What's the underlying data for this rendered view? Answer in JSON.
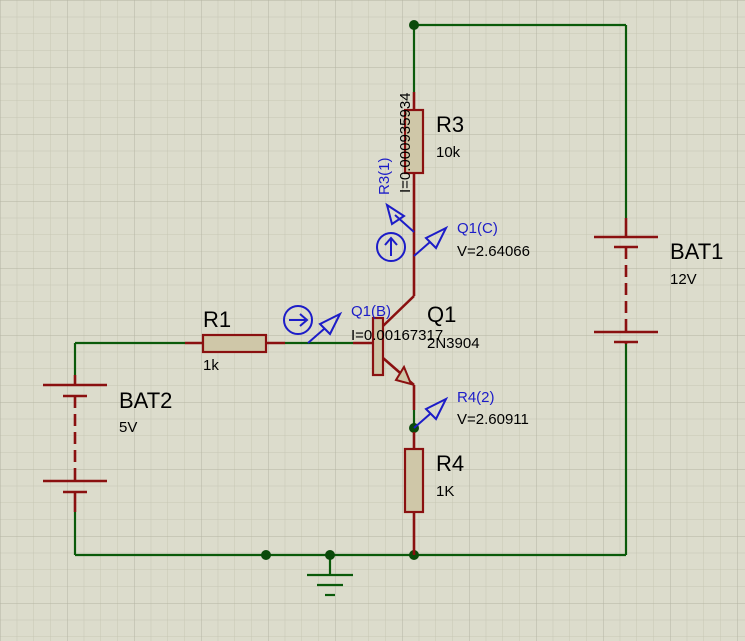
{
  "colors": {
    "background": "#dcdccc",
    "grid_minor": "#c6c6b4",
    "grid_major": "#b4b4a2",
    "wire": "#0a5a0a",
    "component": "#8a1010",
    "resistor_fill": "#cfc7a8",
    "probe": "#1c1cc8",
    "text": "#000000"
  },
  "components": {
    "r1": {
      "name": "R1",
      "value": "1k"
    },
    "r3": {
      "name": "R3",
      "value": "10k"
    },
    "r4": {
      "name": "R4",
      "value": "1K"
    },
    "q1": {
      "name": "Q1",
      "value": "2N3904"
    },
    "bat1": {
      "name": "BAT1",
      "value": "12V"
    },
    "bat2": {
      "name": "BAT2",
      "value": "5V"
    }
  },
  "probes": {
    "r3_current": {
      "label": "R3(1)",
      "reading": "I=0.000935934",
      "icon": "ammeter-arrow-icon"
    },
    "q1_collector": {
      "label": "Q1(C)",
      "reading": "V=2.64066",
      "icon": "voltage-probe-icon"
    },
    "q1_base": {
      "label": "Q1(B)",
      "reading": "I=0.00167317",
      "icon": "ammeter-arrow-icon"
    },
    "r4_pin2": {
      "label": "R4(2)",
      "reading": "V=2.60911",
      "icon": "voltage-probe-icon"
    }
  }
}
